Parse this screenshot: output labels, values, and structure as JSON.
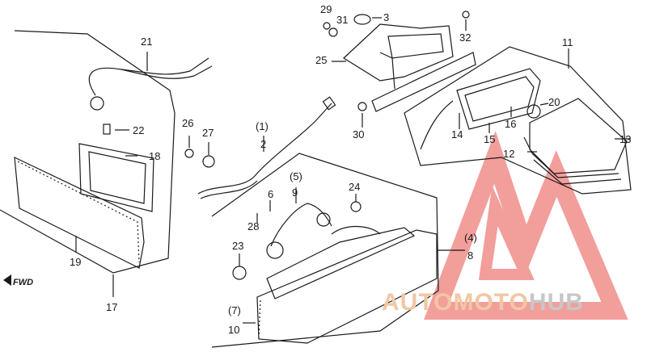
{
  "part_labels": [
    {
      "id": "1",
      "text": "(1)"
    },
    {
      "id": "2",
      "text": "2"
    },
    {
      "id": "3",
      "text": "3"
    },
    {
      "id": "4",
      "text": "(4)"
    },
    {
      "id": "5",
      "text": "(5)"
    },
    {
      "id": "6",
      "text": "6"
    },
    {
      "id": "7",
      "text": "(7)"
    },
    {
      "id": "8",
      "text": "8"
    },
    {
      "id": "9",
      "text": "9"
    },
    {
      "id": "10",
      "text": "10"
    },
    {
      "id": "11",
      "text": "11"
    },
    {
      "id": "12",
      "text": "12"
    },
    {
      "id": "13",
      "text": "13"
    },
    {
      "id": "14",
      "text": "14"
    },
    {
      "id": "15",
      "text": "15"
    },
    {
      "id": "16",
      "text": "16"
    },
    {
      "id": "17",
      "text": "17"
    },
    {
      "id": "18",
      "text": "18"
    },
    {
      "id": "19",
      "text": "19"
    },
    {
      "id": "20",
      "text": "20"
    },
    {
      "id": "21",
      "text": "21"
    },
    {
      "id": "22",
      "text": "22"
    },
    {
      "id": "23",
      "text": "23"
    },
    {
      "id": "24",
      "text": "24"
    },
    {
      "id": "25",
      "text": "25"
    },
    {
      "id": "26",
      "text": "26"
    },
    {
      "id": "27",
      "text": "27"
    },
    {
      "id": "28",
      "text": "28"
    },
    {
      "id": "29",
      "text": "29"
    },
    {
      "id": "30",
      "text": "30"
    },
    {
      "id": "31",
      "text": "31"
    },
    {
      "id": "32",
      "text": "32"
    }
  ],
  "direction_marker": "FWD",
  "watermark": {
    "part1": "AUTOMOTO",
    "part2": "HUB",
    "color_primary": "#e8504a",
    "color_secondary": "#c7c7c7"
  },
  "line_color": "#1a1a1a"
}
